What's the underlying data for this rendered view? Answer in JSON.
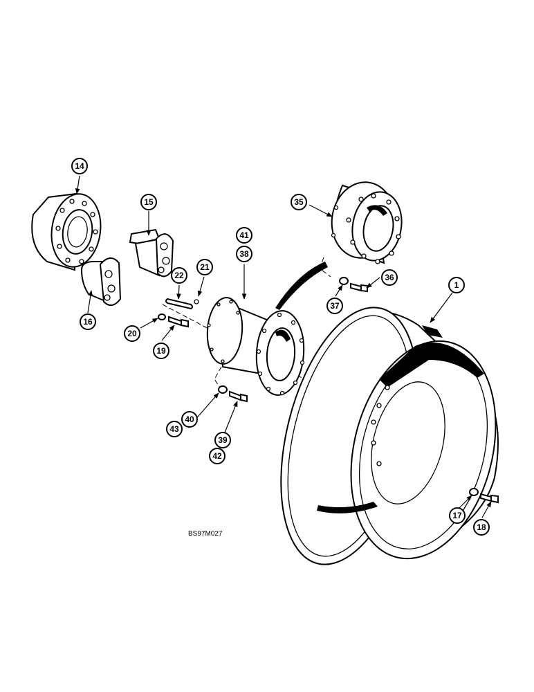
{
  "figure_code": "BS97M027",
  "callouts": {
    "c1": "1",
    "c14": "14",
    "c15": "15",
    "c16": "16",
    "c17": "17",
    "c18": "18",
    "c19": "19",
    "c20": "20",
    "c21": "21",
    "c22": "22",
    "c35": "35",
    "c36": "36",
    "c37": "37",
    "c38": "38",
    "c39": "39",
    "c40": "40",
    "c41": "41",
    "c42": "42",
    "c43": "43"
  }
}
